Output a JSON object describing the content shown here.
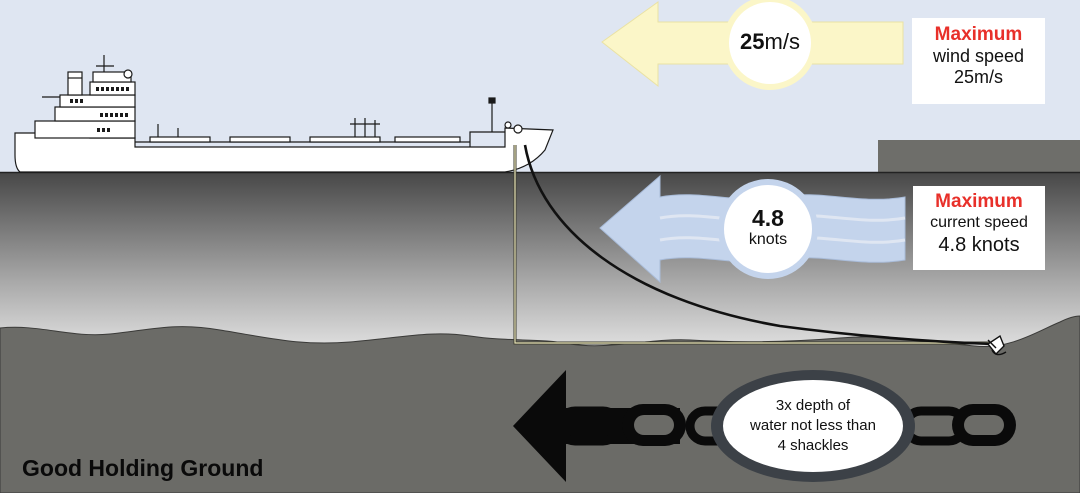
{
  "wind": {
    "circle_value": "25",
    "circle_unit": "m/s",
    "box_heading": "Maximum",
    "box_line1": "wind speed",
    "box_line2": "25m/s"
  },
  "current": {
    "circle_value": "4.8",
    "circle_unit": "knots",
    "box_heading": "Maximum",
    "box_line1": "current speed",
    "box_line2": "4.8 knots"
  },
  "chain": {
    "line1": "3x depth of",
    "line2": "water not less than",
    "line3": "4 shackles"
  },
  "ground_label": "Good Holding Ground",
  "colors": {
    "sky": "#dfe6f2",
    "wind_arrow": "#fbf6c8",
    "current_arrow": "#c4d4ec",
    "seabed": "#6b6b67",
    "accent_red": "#e8302a"
  }
}
